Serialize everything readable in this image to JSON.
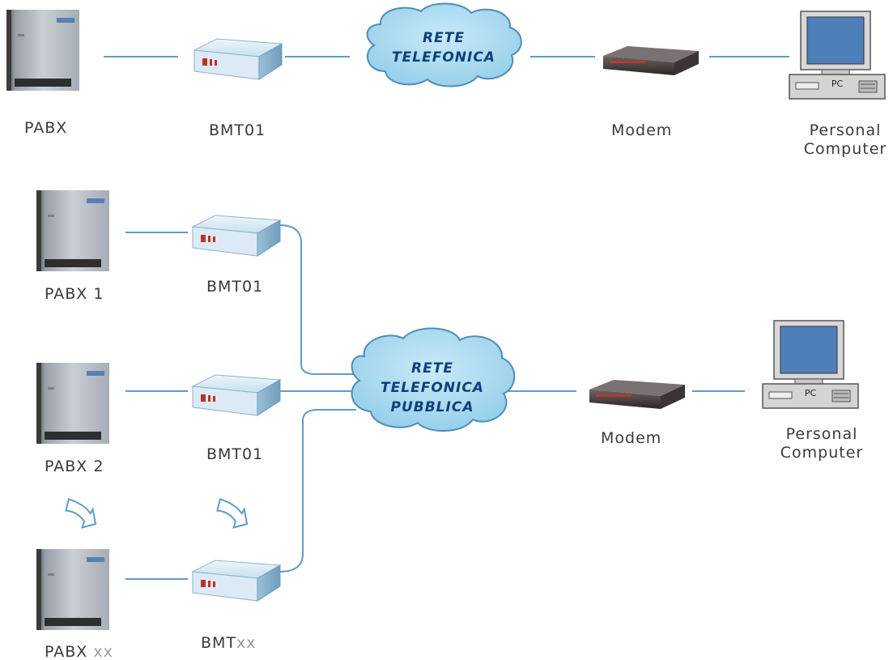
{
  "colors": {
    "line": "#5f9cc9",
    "cloud_fill": "#a9d8ef",
    "cloud_stroke": "#4d8db8",
    "cloud_text": "#0e3f7a",
    "arrow": "#5f9cc9"
  },
  "top": {
    "pabx": {
      "label": "PABX"
    },
    "bmt": {
      "label": "BMT01"
    },
    "cloud": {
      "line1": "RETE",
      "line2": "TELEFONICA"
    },
    "modem": {
      "label": "Modem"
    },
    "pc": {
      "label_line1": "Personal",
      "label_line2": "Computer",
      "badge": "PC"
    }
  },
  "bottom": {
    "pabx1": {
      "label": "PABX 1"
    },
    "bmt1": {
      "label": "BMT01"
    },
    "pabx2": {
      "label": "PABX 2"
    },
    "bmt2": {
      "label": "BMT01"
    },
    "pabxx": {
      "label": "PABX",
      "suffix": "xx"
    },
    "bmtx": {
      "label": "BMT",
      "suffix": "xx"
    },
    "cloud": {
      "line1": "RETE",
      "line2": "TELEFONICA",
      "line3": "PUBBLICA"
    },
    "modem": {
      "label": "Modem"
    },
    "pc": {
      "label_line1": "Personal",
      "label_line2": "Computer",
      "badge": "PC"
    }
  }
}
